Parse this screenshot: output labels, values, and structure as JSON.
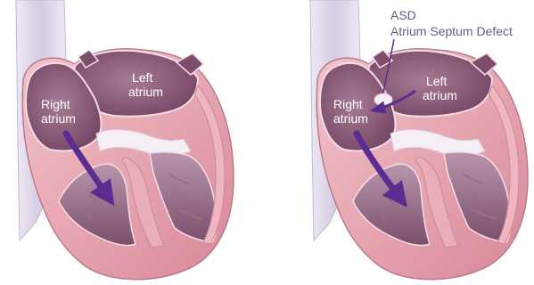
{
  "left_heart": {
    "labels": {
      "left_atrium": [
        "Left",
        "atrium"
      ],
      "right_atrium": [
        "Right",
        "atrium"
      ]
    }
  },
  "right_heart": {
    "labels": {
      "left_atrium": [
        "Left",
        "atrium"
      ],
      "right_atrium": [
        "Right",
        "atrium"
      ]
    },
    "annotation": {
      "line1": "ASD",
      "line2": "Atrium Septum Defect"
    }
  },
  "colors": {
    "flow_arrow": "#5a2d91",
    "muscle_pink": "#e7a3ae",
    "muscle_edge": "#b97c8a",
    "chamber_purple": "#8a5a7a",
    "vessel_lavender": "#ddd4ea"
  }
}
